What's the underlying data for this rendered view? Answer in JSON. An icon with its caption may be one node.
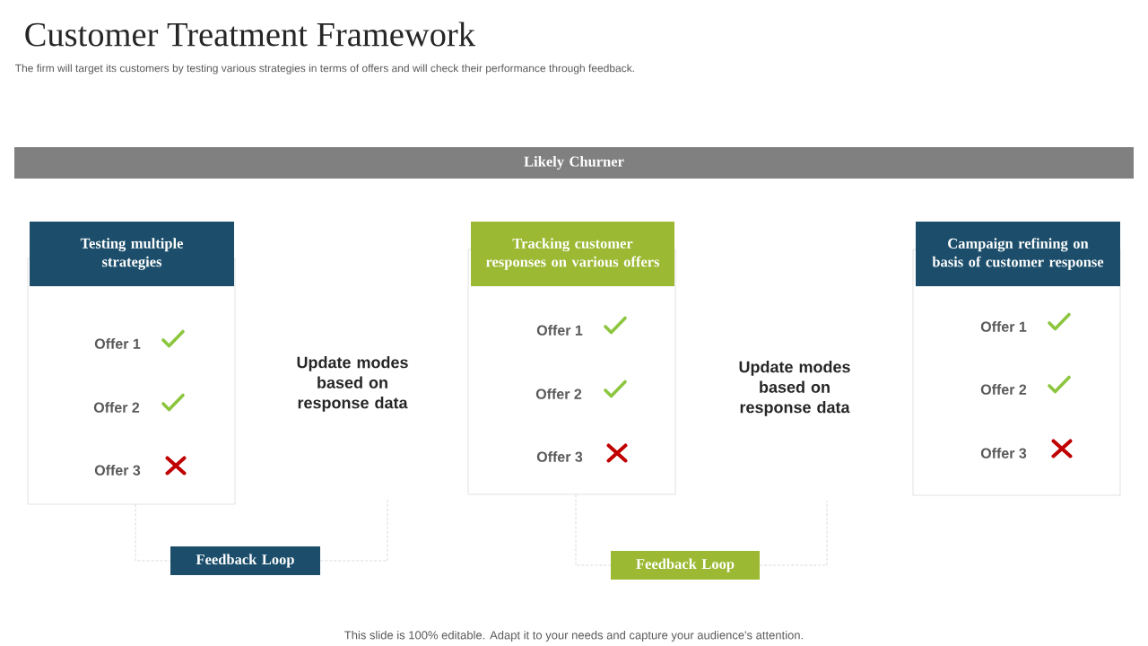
{
  "diagram": {
    "title": "Customer Treatment Framework",
    "nodes": [
      {
        "text": [
          "Likely Churner"
        ]
      },
      {
        "text": [
          "Testing multiple strategies"
        ]
      },
      {
        "text": [
          "Offer 1",
          "Offer 2",
          "Offer 3"
        ]
      },
      {
        "text": [
          "Feedback Loop"
        ]
      },
      {
        "text": [
          "Tracking customer responses on various offers"
        ]
      },
      {
        "text": [
          "Offer 1",
          "Offer 2",
          "Offer 3"
        ]
      },
      {
        "text": [
          "Feedback Loop"
        ]
      },
      {
        "text": [
          "Campaign refining on basis of customer response"
        ]
      },
      {
        "text": [
          "Offer 1",
          "Offer 2",
          "Offer 3"
        ]
      }
    ],
    "edges": [
      {
        "from": 2,
        "to": 3,
        "arrow": "none",
        "style": "dashed"
      },
      {
        "from": 3,
        "to": null,
        "arrow": "none",
        "style": "dashed"
      },
      {
        "from": 5,
        "to": 6,
        "arrow": "none",
        "style": "dashed"
      },
      {
        "from": 6,
        "to": null,
        "arrow": "none",
        "style": "dashed"
      }
    ],
    "labels": [
      "The firm will target its customers by testing various strategies in terms of offers and will check their performance through feedback.",
      "Update modes based on response data",
      "Update modes based on response data",
      "This slide is 100% editable. Adapt it to your needs and capture your audience's attention."
    ]
  }
}
